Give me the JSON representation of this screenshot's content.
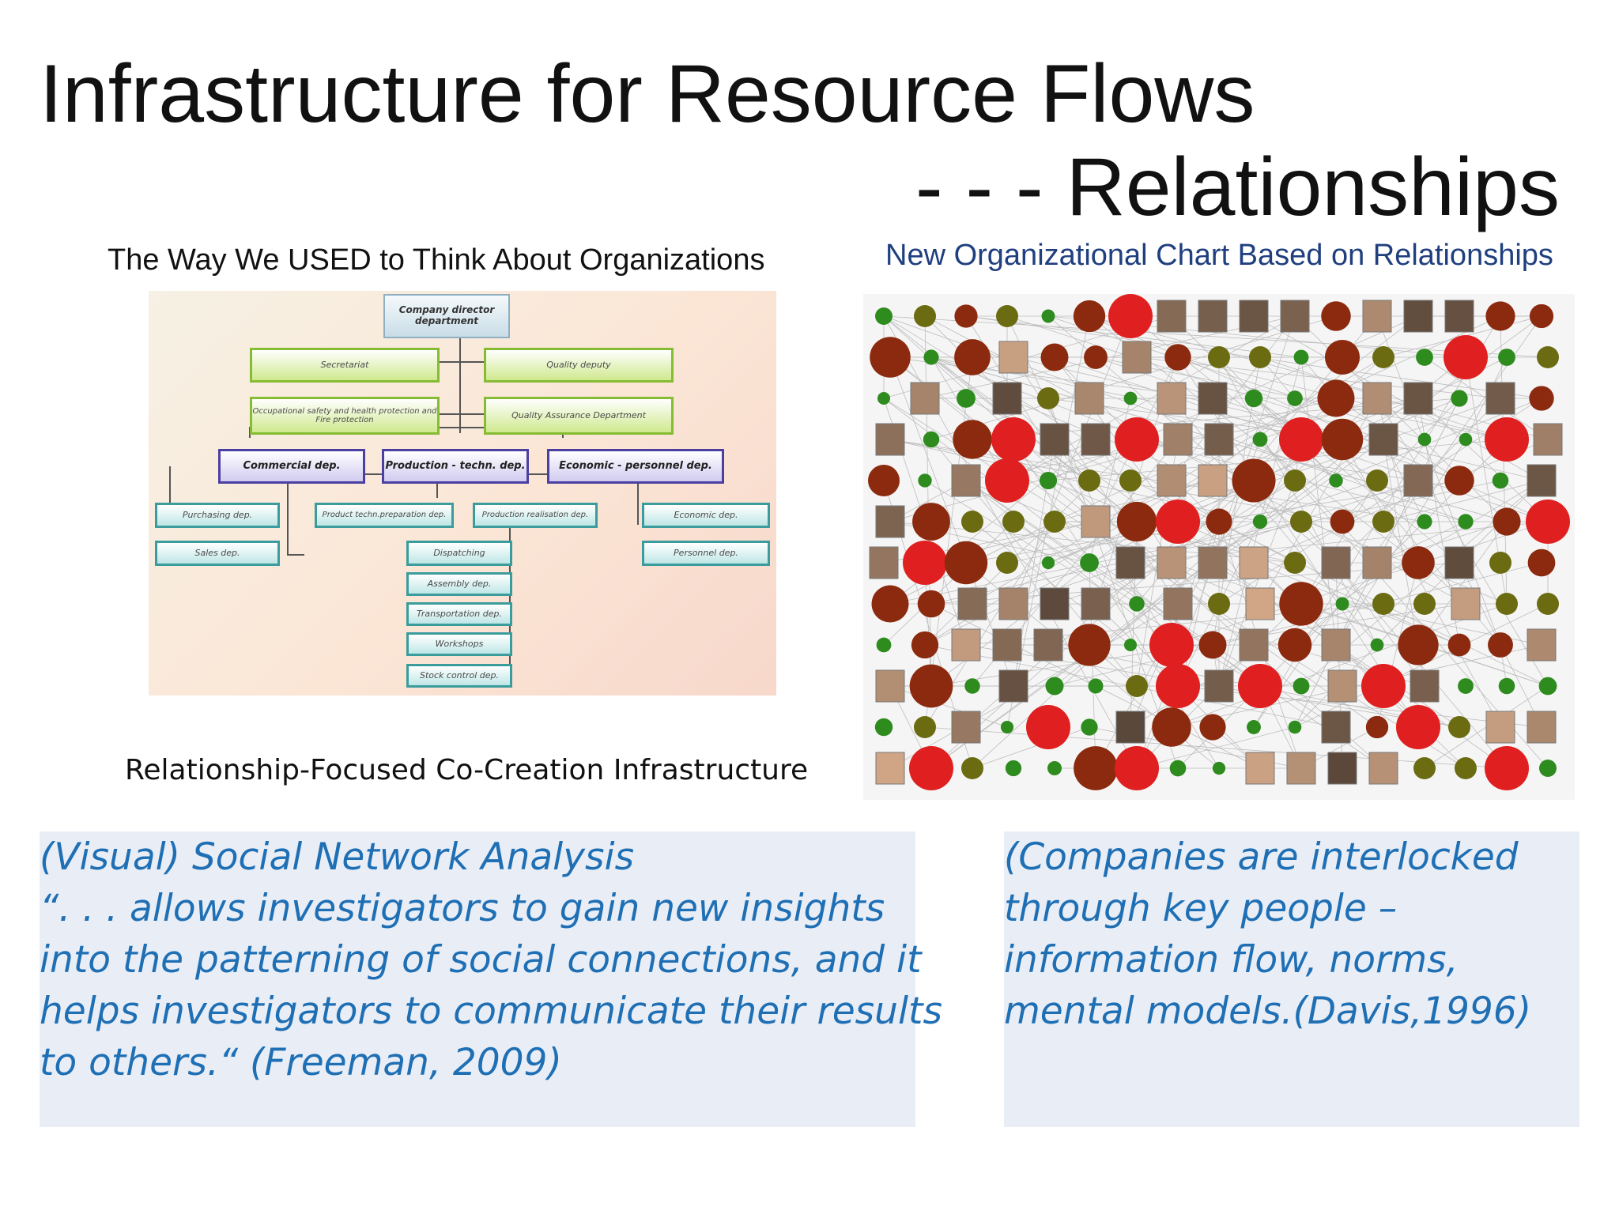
{
  "title": {
    "line1": "Infrastructure for Resource Flows",
    "line2": "- - - Relationships"
  },
  "left": {
    "caption": "The Way We USED to Think About Organizations",
    "org_chart": {
      "top": "Company director department",
      "secretariat": "Secretariat",
      "quality_deputy": "Quality deputy",
      "occupational": "Occupational safety and health protection and Fire protection",
      "quality_assurance": "Quality Assurance Department",
      "commercial": "Commercial dep.",
      "production": "Production - techn. dep.",
      "economic_personnel": "Economic - personnel dep.",
      "purchasing": "Purchasing dep.",
      "sales": "Sales dep.",
      "product_prep": "Product techn.preparation dep.",
      "production_realisation": "Production realisation dep.",
      "economic": "Economic dep.",
      "personnel": "Personnel dep.",
      "dispatching": "Dispatching",
      "assembly": "Assembly dep.",
      "transportation": "Transportation dep.",
      "workshops": "Workshops",
      "stock_control": "Stock control dep."
    }
  },
  "right": {
    "caption": "New Organizational Chart Based on Relationships"
  },
  "infra_caption": "Relationship-Focused Co-Creation Infrastructure",
  "quote": {
    "lines": [
      "(Visual) Social Network Analysis",
      "“. . . allows investigators to gain new insights",
      "into the patterning of social connections, and it",
      "helps investigators to communicate their results",
      "to others.“  (Freeman, 2009)"
    ]
  },
  "quote2": {
    "lines": [
      "(Companies are interlocked",
      "through key people –",
      "information flow, norms,",
      "mental models.(Davis,1996)"
    ]
  },
  "colors": {
    "quote_text": "#1f6fb5",
    "quote_bg": "#e9eef6",
    "new_caption": "#1f3f7f",
    "node_red": "#e02020",
    "node_brown": "#8b2a0e",
    "node_olive": "#6b6b12",
    "node_green": "#2e8b1e"
  }
}
